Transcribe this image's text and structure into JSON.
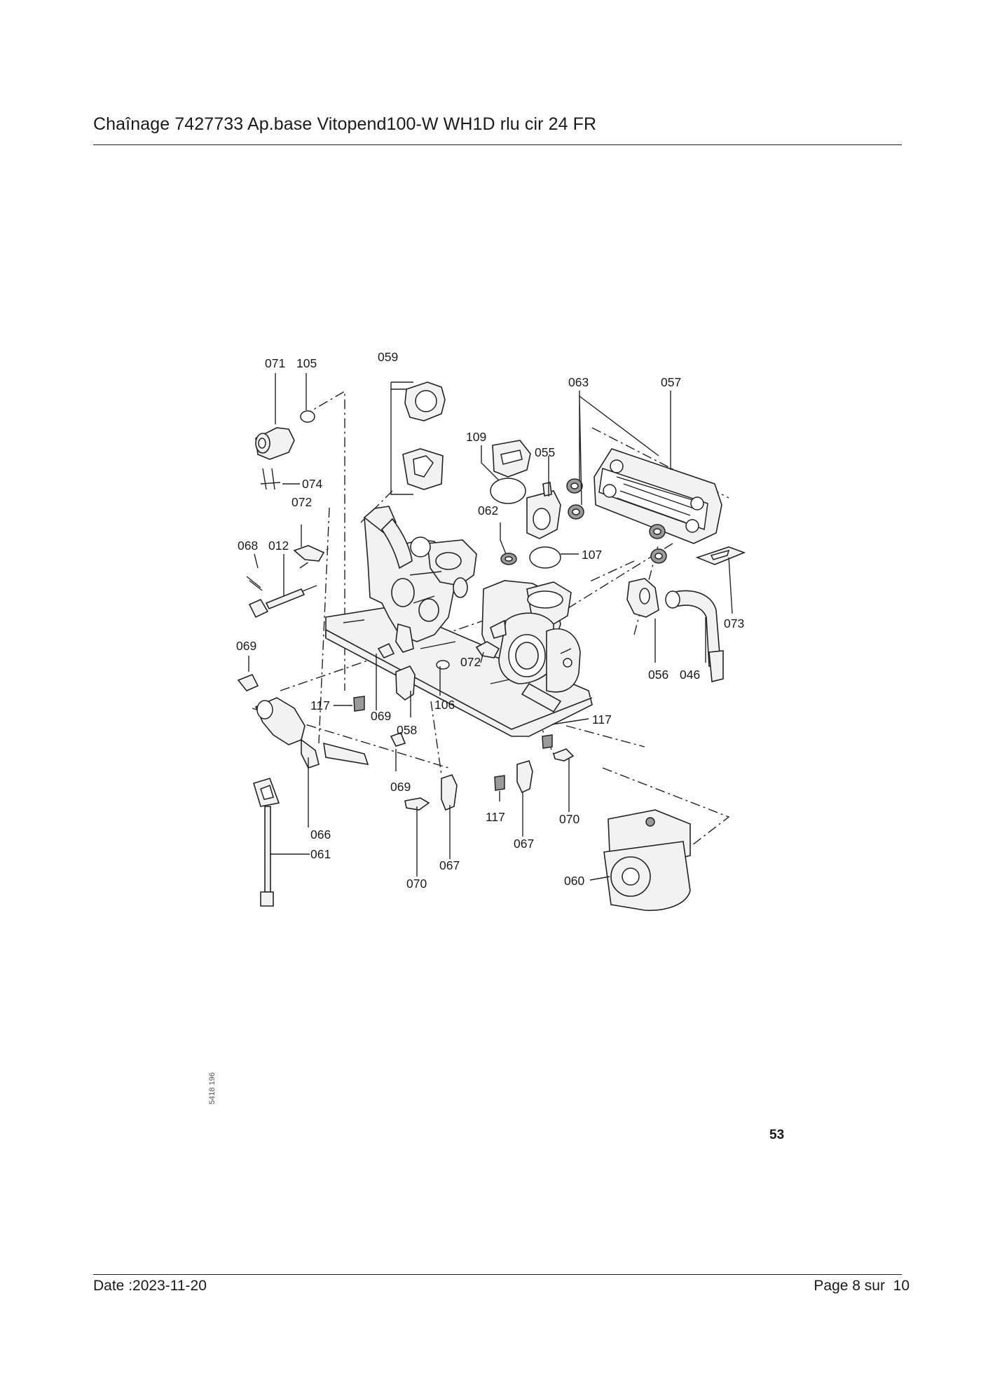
{
  "header": {
    "title": "Chaînage 7427733 Ap.base Vitopend100-W WH1D rlu cir 24 FR"
  },
  "diagram": {
    "labels": [
      "071",
      "105",
      "059",
      "063",
      "057",
      "109",
      "055",
      "074",
      "072",
      "062",
      "107",
      "068",
      "012",
      "073",
      "069",
      "056",
      "046",
      "117",
      "072",
      "106",
      "069",
      "058",
      "117",
      "069",
      "117",
      "070",
      "066",
      "067",
      "061",
      "067",
      "070",
      "060"
    ],
    "figure_code": "5418 196",
    "sheet_number": "53"
  },
  "footer": {
    "date": "Date :2023-11-20",
    "page": "Page 8 sur  10"
  }
}
